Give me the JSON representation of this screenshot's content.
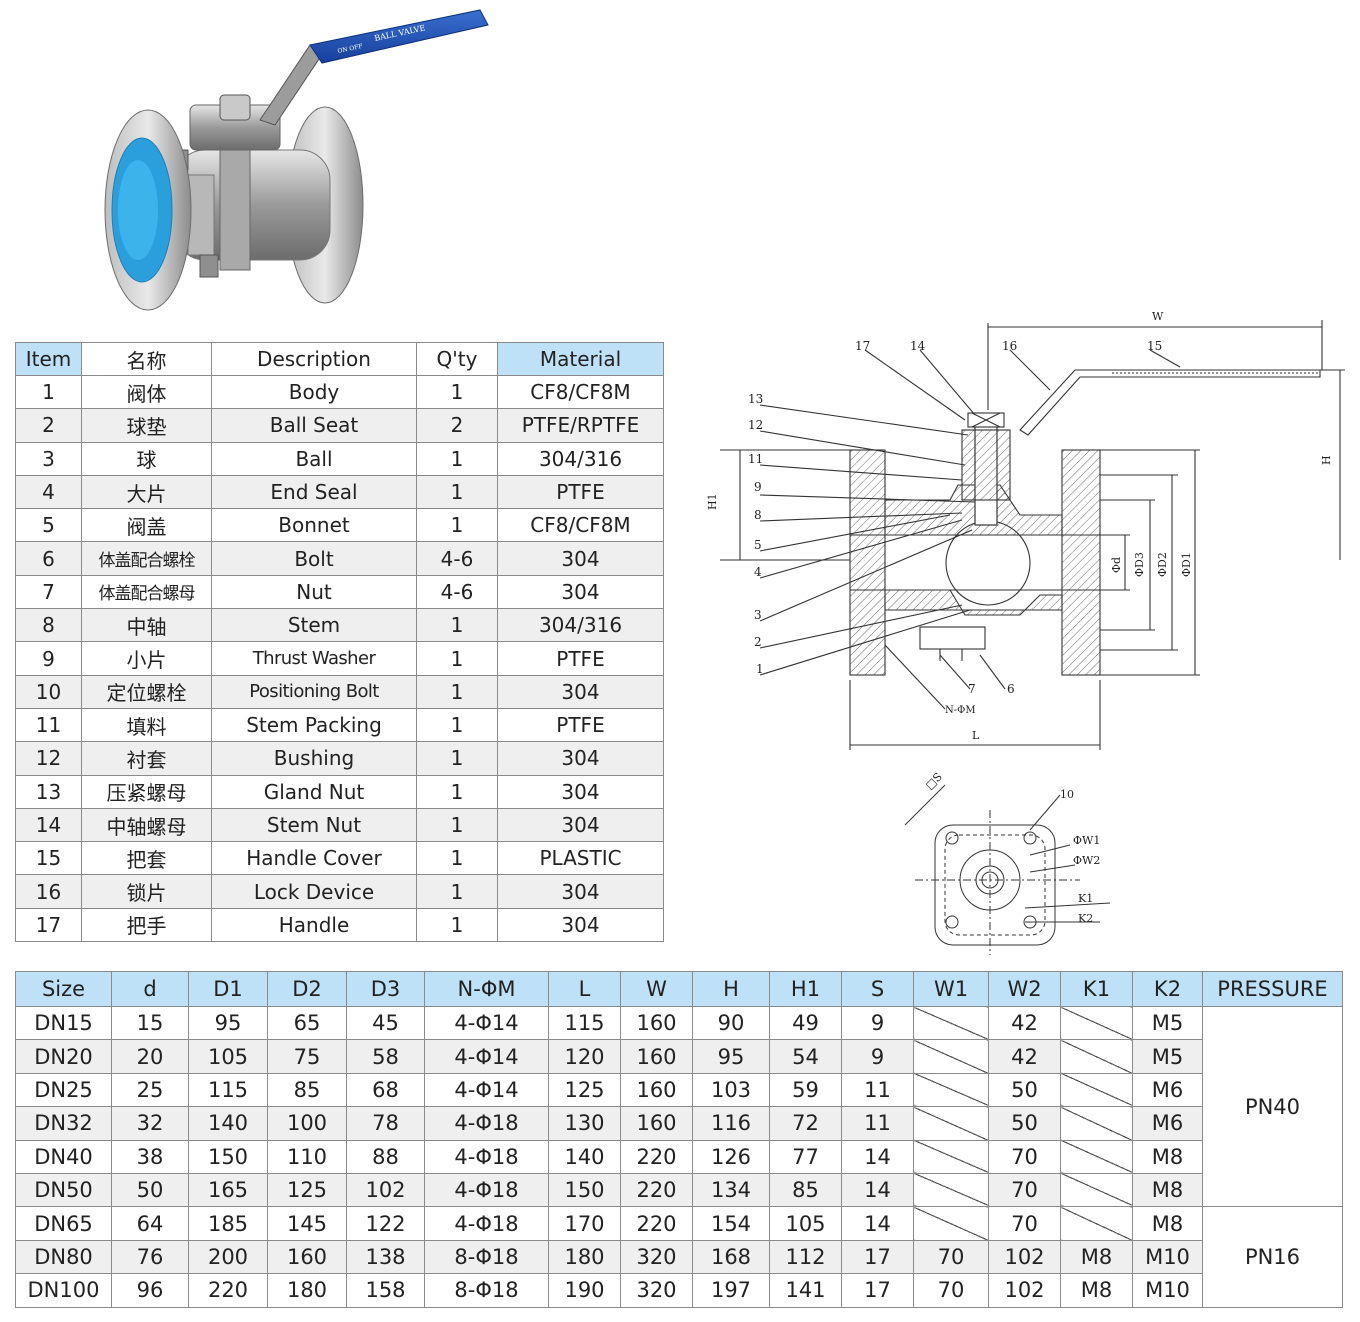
{
  "photo": {
    "handle_label": "BALL VALVE",
    "handle_on_off": "ON OFF"
  },
  "parts_table": {
    "headers": [
      "Item",
      "名称",
      "Description",
      "Q'ty",
      "Material"
    ],
    "rows": [
      [
        "1",
        "阀体",
        "Body",
        "1",
        "CF8/CF8M"
      ],
      [
        "2",
        "球垫",
        "Ball Seat",
        "2",
        "PTFE/RPTFE"
      ],
      [
        "3",
        "球",
        "Ball",
        "1",
        "304/316"
      ],
      [
        "4",
        "大片",
        "End Seal",
        "1",
        "PTFE"
      ],
      [
        "5",
        "阀盖",
        "Bonnet",
        "1",
        "CF8/CF8M"
      ],
      [
        "6",
        "体盖配合螺栓",
        "Bolt",
        "4-6",
        "304"
      ],
      [
        "7",
        "体盖配合螺母",
        "Nut",
        "4-6",
        "304"
      ],
      [
        "8",
        "中轴",
        "Stem",
        "1",
        "304/316"
      ],
      [
        "9",
        "小片",
        "Thrust Washer",
        "1",
        "PTFE"
      ],
      [
        "10",
        "定位螺栓",
        "Positioning Bolt",
        "1",
        "304"
      ],
      [
        "11",
        "填料",
        "Stem Packing",
        "1",
        "PTFE"
      ],
      [
        "12",
        "衬套",
        "Bushing",
        "1",
        "304"
      ],
      [
        "13",
        "压紧螺母",
        "Gland Nut",
        "1",
        "304"
      ],
      [
        "14",
        "中轴螺母",
        "Stem Nut",
        "1",
        "304"
      ],
      [
        "15",
        "把套",
        "Handle Cover",
        "1",
        "PLASTIC"
      ],
      [
        "16",
        "锁片",
        "Lock Device",
        "1",
        "304"
      ],
      [
        "17",
        "把手",
        "Handle",
        "1",
        "304"
      ]
    ]
  },
  "drawing": {
    "callouts": [
      "17",
      "14",
      "16",
      "15",
      "13",
      "12",
      "11",
      "9",
      "8",
      "5",
      "4",
      "3",
      "2",
      "1",
      "7",
      "6"
    ],
    "dim_labels": {
      "W": "W",
      "H": "H",
      "H1": "H1",
      "L": "L",
      "NM": "N-ΦM",
      "d": "Φd",
      "D3": "ΦD3",
      "D2": "ΦD2",
      "D1": "ΦD1"
    },
    "top_view": {
      "S": "□S",
      "item10": "10",
      "W1": "ΦW1",
      "W2": "ΦW2",
      "K1": "K1",
      "K2": "K2"
    }
  },
  "dims_table": {
    "headers": [
      "Size",
      "d",
      "D1",
      "D2",
      "D3",
      "N-ΦM",
      "L",
      "W",
      "H",
      "H1",
      "S",
      "W1",
      "W2",
      "K1",
      "K2",
      "PRESSURE"
    ],
    "rows": [
      [
        "DN15",
        "15",
        "95",
        "65",
        "45",
        "4-Φ14",
        "115",
        "160",
        "90",
        "49",
        "9",
        "",
        "42",
        "",
        "M5"
      ],
      [
        "DN20",
        "20",
        "105",
        "75",
        "58",
        "4-Φ14",
        "120",
        "160",
        "95",
        "54",
        "9",
        "",
        "42",
        "",
        "M5"
      ],
      [
        "DN25",
        "25",
        "115",
        "85",
        "68",
        "4-Φ14",
        "125",
        "160",
        "103",
        "59",
        "11",
        "",
        "50",
        "",
        "M6"
      ],
      [
        "DN32",
        "32",
        "140",
        "100",
        "78",
        "4-Φ18",
        "130",
        "160",
        "116",
        "72",
        "11",
        "",
        "50",
        "",
        "M6"
      ],
      [
        "DN40",
        "38",
        "150",
        "110",
        "88",
        "4-Φ18",
        "140",
        "220",
        "126",
        "77",
        "14",
        "",
        "70",
        "",
        "M8"
      ],
      [
        "DN50",
        "50",
        "165",
        "125",
        "102",
        "4-Φ18",
        "150",
        "220",
        "134",
        "85",
        "14",
        "",
        "70",
        "",
        "M8"
      ],
      [
        "DN65",
        "64",
        "185",
        "145",
        "122",
        "4-Φ18",
        "170",
        "220",
        "154",
        "105",
        "14",
        "",
        "70",
        "",
        "M8"
      ],
      [
        "DN80",
        "76",
        "200",
        "160",
        "138",
        "8-Φ18",
        "180",
        "320",
        "168",
        "112",
        "17",
        "70",
        "102",
        "M8",
        "M10"
      ],
      [
        "DN100",
        "96",
        "220",
        "180",
        "158",
        "8-Φ18",
        "190",
        "320",
        "197",
        "141",
        "17",
        "70",
        "102",
        "M8",
        "M10"
      ]
    ],
    "pressure_groups": [
      {
        "label": "PN40"
      },
      {
        "label": "PN16"
      }
    ]
  }
}
